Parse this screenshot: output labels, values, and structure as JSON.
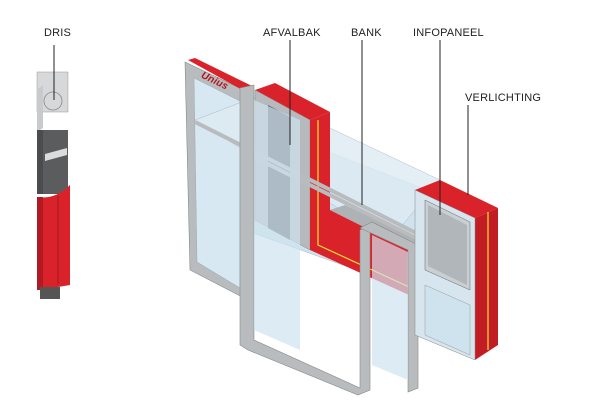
{
  "labels": {
    "dris": "DRIS",
    "afvalbak": "AFVALBAK",
    "bank": "BANK",
    "infopaneel": "INFOPANEEL",
    "verlichting": "VERLICHTING"
  },
  "logo_text": "Unius",
  "colors": {
    "red": "#d9222a",
    "grey": "#b9bcbe",
    "dark_grey": "#5d6063",
    "glass": "#cfe3ef",
    "yellow": "#e8e23a"
  }
}
